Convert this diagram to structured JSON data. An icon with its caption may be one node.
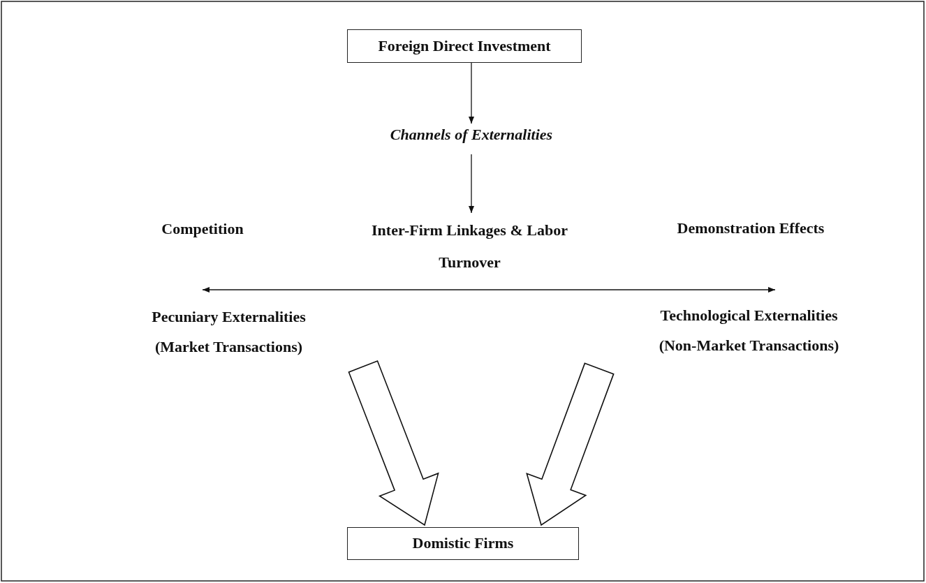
{
  "diagram": {
    "nodes": [
      {
        "text": [
          "Foreign Direct Investment"
        ]
      },
      {
        "text": [
          "Channels of Externalities"
        ]
      },
      {
        "text": [
          "Competition"
        ]
      },
      {
        "text": [
          "Inter-Firm Linkages & Labor Turnover"
        ]
      },
      {
        "text": [
          "Demonstration Effects"
        ]
      },
      {
        "text": [
          "Pecuniary Externalities",
          "(Market Transactions)"
        ]
      },
      {
        "text": [
          "Technological Externalities",
          "(Non-Market Transactions)"
        ]
      },
      {
        "text": [
          "Domistic Firms"
        ]
      }
    ],
    "edges": [
      {
        "from": 0,
        "to": 1,
        "arrow": "to"
      },
      {
        "from": 1,
        "to": 3,
        "arrow": "to"
      },
      {
        "from": 5,
        "to": 6,
        "arrow": "both"
      },
      {
        "from": 5,
        "to": 7,
        "arrow": "to",
        "style": "thick"
      },
      {
        "from": 6,
        "to": 7,
        "arrow": "to",
        "style": "thick"
      }
    ]
  }
}
